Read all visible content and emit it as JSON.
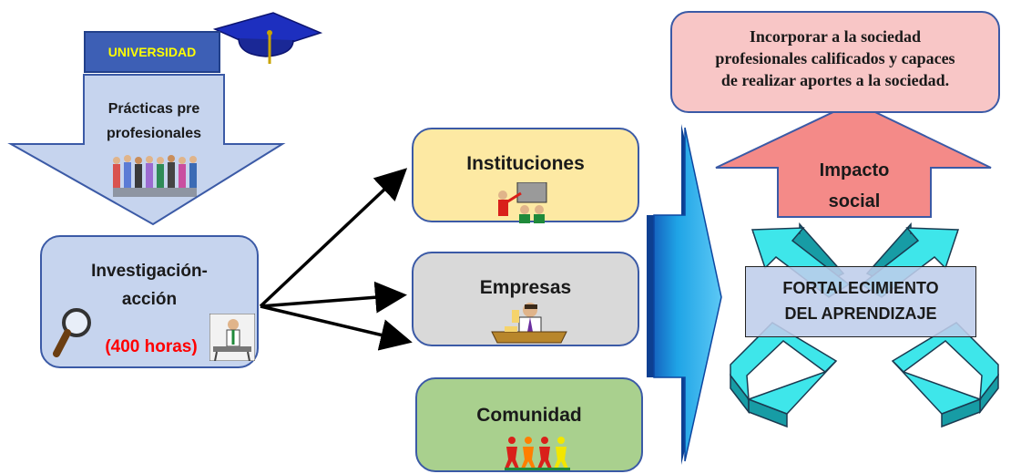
{
  "university": {
    "label": "UNIVERSIDAD"
  },
  "practices": {
    "line1": "Prácticas pre",
    "line2": "profesionales"
  },
  "research": {
    "line1": "Investigación-",
    "line2": "acción",
    "hours": "(400 horas)"
  },
  "targets": {
    "institutions": "Instituciones",
    "companies": "Empresas",
    "community": "Comunidad"
  },
  "goal": {
    "line1": "Incorporar a la sociedad",
    "line2": "profesionales calificados y capaces",
    "line3": "de realizar aportes a la sociedad."
  },
  "impact": {
    "line1": "Impacto",
    "line2": "social"
  },
  "strengthening": {
    "line1": "FORTALECIMIENTO",
    "line2": "DEL APRENDIZAJE"
  },
  "colors": {
    "univ_box": "#3d5fb5",
    "univ_text": "#ffff00",
    "down_arrow": "#c6d4ee",
    "research_box": "#c6d4ee",
    "hours": "#ff0000",
    "institutions": "#fde9a3",
    "companies": "#d9d9d9",
    "community": "#a9d08e",
    "goal_box": "#f8c6c6",
    "impact_arrow": "#f48a88",
    "big_arrow": "#1fa4e6",
    "x_arrows": "#3ee6ea"
  }
}
